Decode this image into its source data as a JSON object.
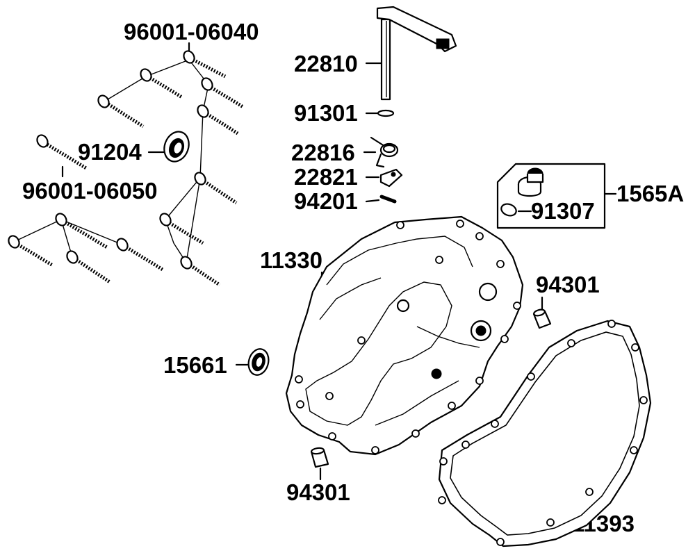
{
  "labels": {
    "bolt_upper": "96001-06040",
    "bolt_lower": "96001-06050",
    "oil_seal": "91204",
    "shaft": "22810",
    "shaft_oring": "91301",
    "spring": "22816",
    "lever": "22821",
    "pin": "94201",
    "cap_assy": "1565A",
    "cap_oring": "91307",
    "cover": "11330",
    "dowel_right": "94301",
    "dowel_bottom": "94301",
    "plug": "15661",
    "gasket": "11393"
  }
}
